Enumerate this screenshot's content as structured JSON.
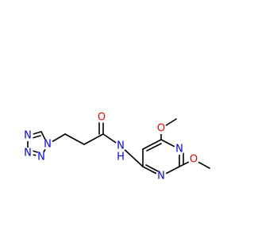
{
  "molecule": {
    "colors": {
      "bond": "#000000",
      "oxygen": "#ff0000",
      "nitrogen": "#0000ff",
      "carbon": "#000000"
    },
    "atom_labels": {
      "o_methoxy_top": "O",
      "o_methoxy_right": "O",
      "o_carbonyl": "O",
      "n_pyrimidine_right": "N",
      "n_pyrimidine_bottom": "N",
      "nh_amide": "N",
      "h_amide": "H",
      "n_tetrazole_1": "N",
      "n_tetrazole_2": "N",
      "n_tetrazole_3": "N",
      "n_tetrazole_4": "N"
    }
  }
}
